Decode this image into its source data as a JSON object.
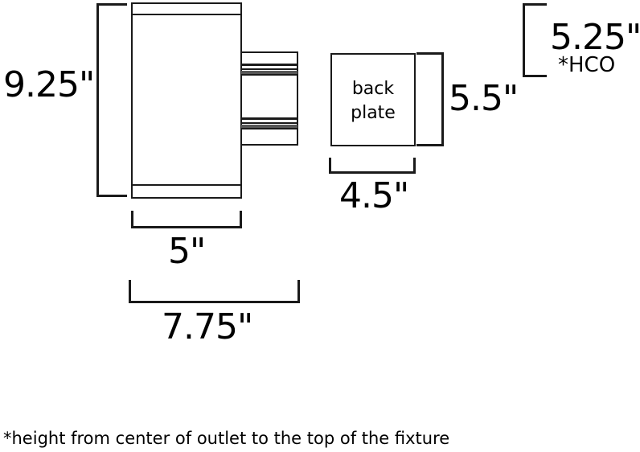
{
  "diagram": {
    "title": "Outdoor wall cylinder fixture dimensional drawing",
    "stroke_color": "#1a1a1a",
    "background": "#ffffff",
    "fixture": {
      "label_height": "9.25\"",
      "label_body_width": "5\"",
      "label_overall_width": "7.75\""
    },
    "back_plate": {
      "text": "back\nplate",
      "label_height": "5.5\"",
      "label_width": "4.5\""
    },
    "mounting": {
      "label_height": "5.25\"",
      "note_marker": "*HCO"
    },
    "footnote": "*height from center of outlet to the top of the fixture"
  }
}
